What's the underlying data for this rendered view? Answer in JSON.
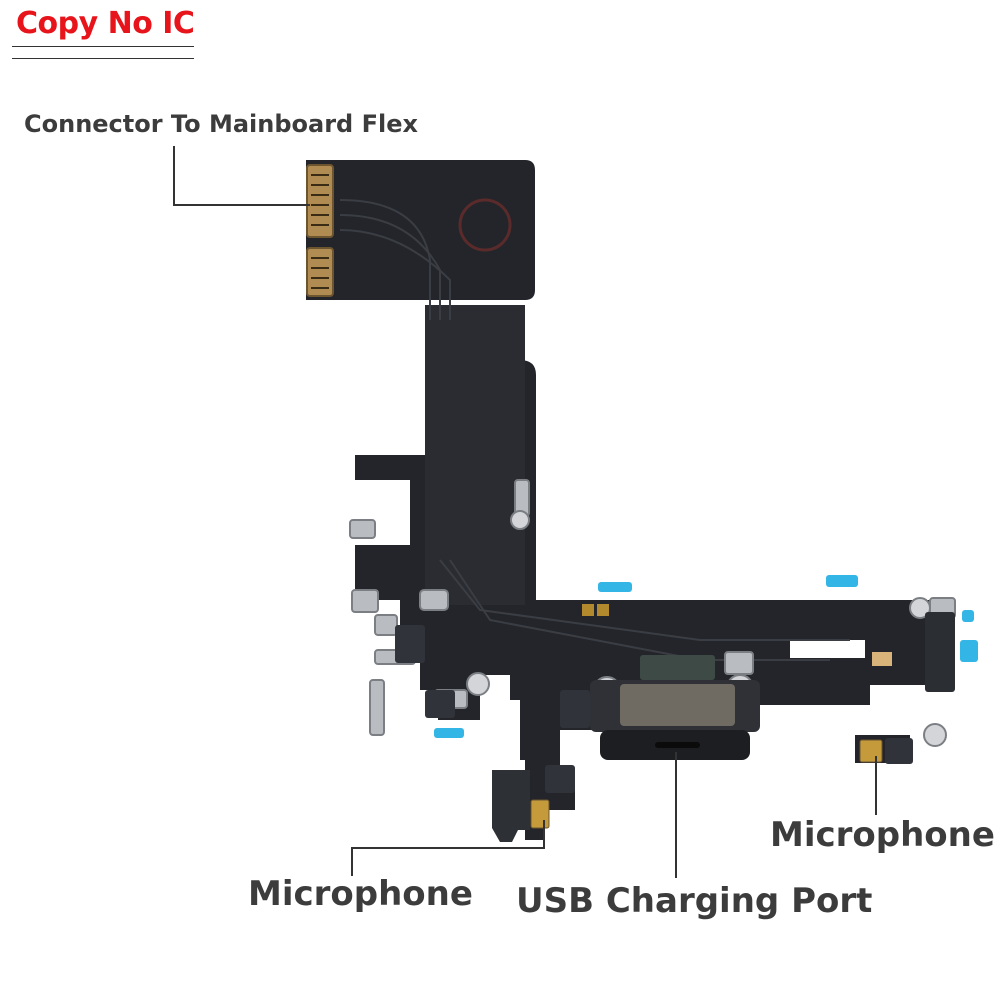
{
  "badge": {
    "text": "Copy No IC",
    "color": "#e8141b"
  },
  "callouts": {
    "connector": "Connector To Mainboard Flex",
    "microphone_left": "Microphone",
    "usb_port": "USB Charging Port",
    "microphone_right": "Microphone"
  },
  "colors": {
    "flex_cable": "#23252a",
    "connector_gold": "#b08c52",
    "blue_tab": "#33b5e5",
    "metal_bracket": "#b9bcc0",
    "label_text": "#3c3c3c"
  }
}
